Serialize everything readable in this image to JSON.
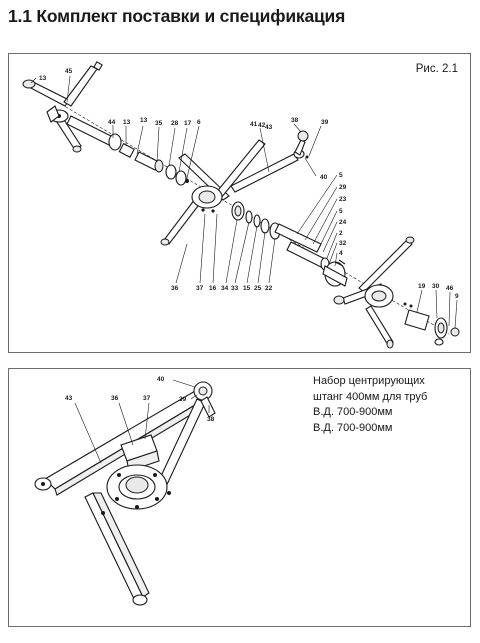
{
  "page": {
    "heading": "1.1 Комплект поставки и спецификация"
  },
  "figure1": {
    "label": "Рис. 2.1",
    "callouts": {
      "c13a": "13",
      "c45": "45",
      "c44": "44",
      "c13b": "13",
      "c13c": "13",
      "c35": "35",
      "c28": "28",
      "c17": "17",
      "c6": "6",
      "c41": "41",
      "c42": "42",
      "c43": "43",
      "c38": "38",
      "c39": "39",
      "c40": "40",
      "c5a": "5",
      "c29": "29",
      "c23": "23",
      "c5b": "5",
      "c24": "24",
      "c2": "2",
      "c32": "32",
      "c4": "4",
      "c36": "36",
      "c37": "37",
      "c16": "16",
      "c34": "34",
      "c33": "33",
      "c15": "15",
      "c25": "25",
      "c22": "22",
      "c19": "19",
      "c30": "30",
      "c46": "46",
      "c9": "9"
    }
  },
  "figure2": {
    "caption_lines": [
      "Набор центрирующих",
      "штанг 400мм для труб",
      "В.Д. 700-900мм",
      "В.Д. 700-900мм"
    ],
    "callouts": {
      "c40": "40",
      "c39": "39",
      "c38": "38",
      "c43": "43",
      "c36": "36",
      "c37": "37"
    }
  }
}
